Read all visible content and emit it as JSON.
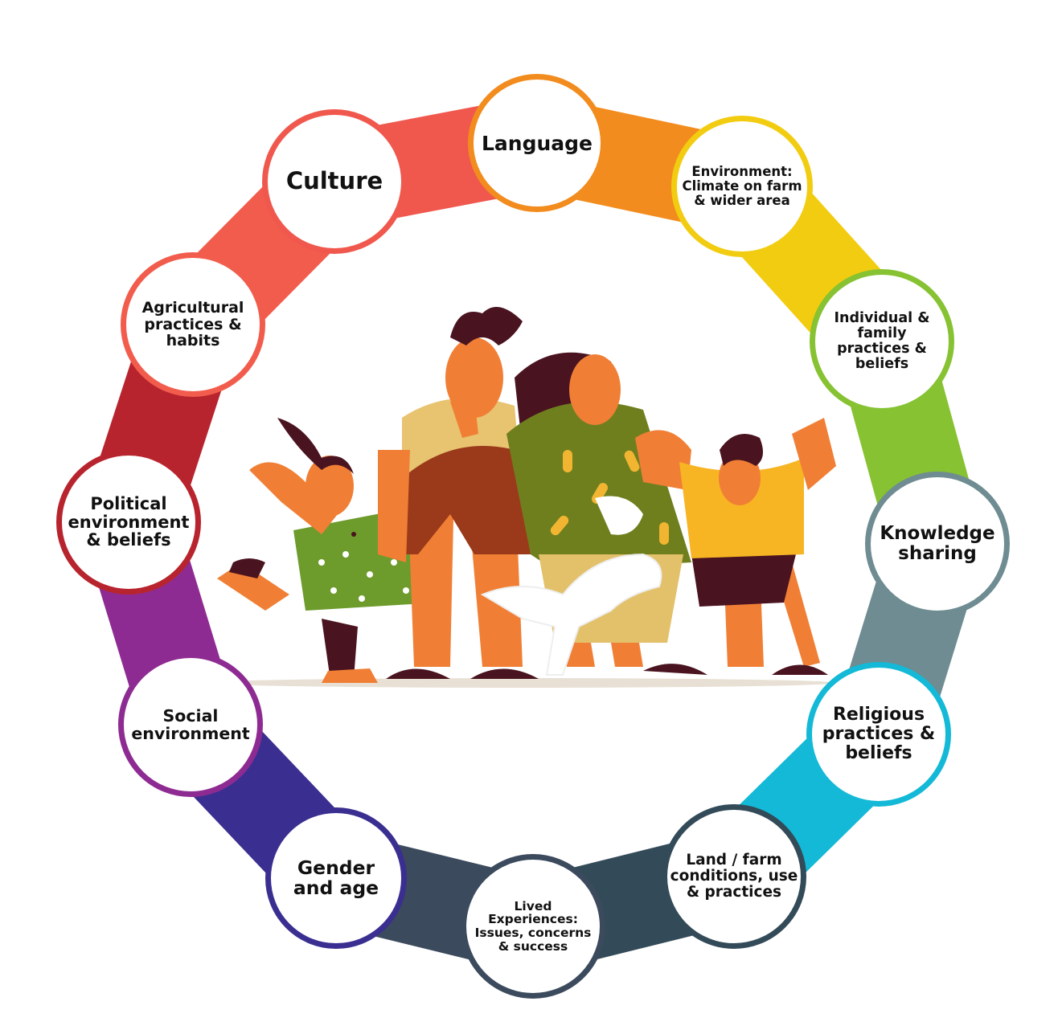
{
  "nodes": [
    {
      "label": "Language",
      "color": "#F28C1E"
    },
    {
      "label": "Environment:\nClimate on farm\n& wider area",
      "color": "#F2CC10"
    },
    {
      "label": "Individual &\nfamily\npractices &\nbeliefs",
      "color": "#86C232"
    },
    {
      "label": "Knowledge\nsharing",
      "color": "#6E8C92"
    },
    {
      "label": "Religious\npractices &\nbeliefs",
      "color": "#13B9D6"
    },
    {
      "label": "Land / farm\nconditions, use\n& practices",
      "color": "#334A58"
    },
    {
      "label": "Lived\nExperiences:\nIssues, concerns\n& success",
      "color": "#3B4A5C"
    },
    {
      "label": "Gender\nand age",
      "color": "#3A2F91"
    },
    {
      "label": "Social\nenvironment",
      "color": "#8E2B92"
    },
    {
      "label": "Political\nenvironment\n& beliefs",
      "color": "#B8242E"
    },
    {
      "label": "Agricultural\npractices &\nhabits",
      "color": "#F25C4C"
    },
    {
      "label": "Culture",
      "color": "#F0584E"
    }
  ],
  "illustration": {
    "description": "family-group-illustration"
  }
}
